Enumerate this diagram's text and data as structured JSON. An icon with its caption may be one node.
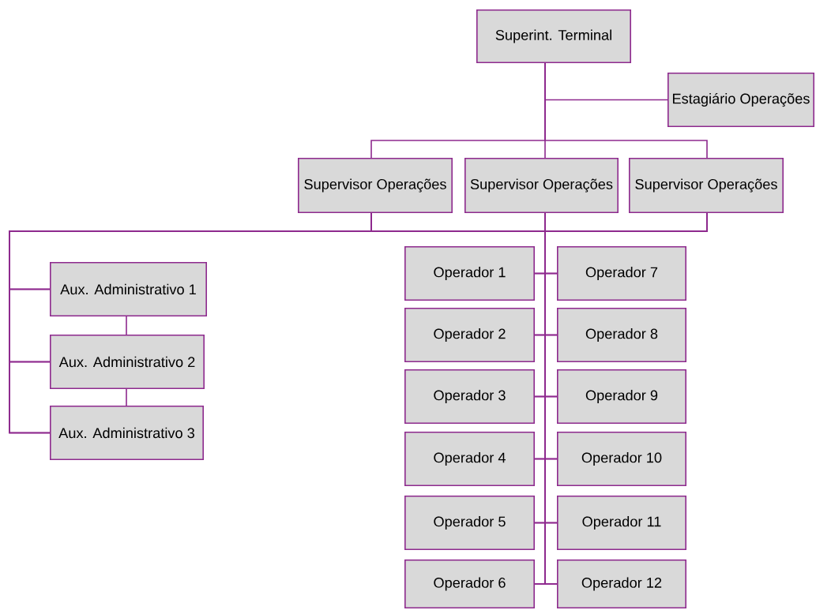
{
  "diagram": {
    "nodes": [
      {
        "text": [
          "Superint. Terminal"
        ]
      },
      {
        "text": [
          "Estagiário Operações"
        ]
      },
      {
        "text": [
          "Supervisor Operações"
        ]
      },
      {
        "text": [
          "Supervisor Operações"
        ]
      },
      {
        "text": [
          "Supervisor Operações"
        ]
      },
      {
        "text": [
          "Aux. Administrativo 1"
        ]
      },
      {
        "text": [
          "Aux. Administrativo 2"
        ]
      },
      {
        "text": [
          "Aux. Administrativo 3"
        ]
      },
      {
        "text": [
          "Operador 1"
        ]
      },
      {
        "text": [
          "Operador 2"
        ]
      },
      {
        "text": [
          "Operador 3"
        ]
      },
      {
        "text": [
          "Operador 4"
        ]
      },
      {
        "text": [
          "Operador 5"
        ]
      },
      {
        "text": [
          "Operador 6"
        ]
      },
      {
        "text": [
          "Operador 7"
        ]
      },
      {
        "text": [
          "Operador 8"
        ]
      },
      {
        "text": [
          "Operador 9"
        ]
      },
      {
        "text": [
          "Operador 10"
        ]
      },
      {
        "text": [
          "Operador 11"
        ]
      },
      {
        "text": [
          "Operador 12"
        ]
      }
    ],
    "edges": [
      {
        "from": 0,
        "to": 1,
        "arrow": "none"
      },
      {
        "from": 0,
        "to": 2,
        "arrow": "none"
      },
      {
        "from": 0,
        "to": 3,
        "arrow": "none"
      },
      {
        "from": 0,
        "to": 4,
        "arrow": "none"
      },
      {
        "from": 2,
        "to": 5,
        "arrow": "none"
      },
      {
        "from": 2,
        "to": 6,
        "arrow": "none"
      },
      {
        "from": 2,
        "to": 7,
        "arrow": "none"
      },
      {
        "from": 2,
        "to": 8,
        "arrow": "none"
      },
      {
        "from": 2,
        "to": 9,
        "arrow": "none"
      },
      {
        "from": 2,
        "to": 10,
        "arrow": "none"
      },
      {
        "from": 2,
        "to": 11,
        "arrow": "none"
      },
      {
        "from": 2,
        "to": 12,
        "arrow": "none"
      },
      {
        "from": 2,
        "to": 13,
        "arrow": "none"
      },
      {
        "from": 2,
        "to": 14,
        "arrow": "none"
      },
      {
        "from": 2,
        "to": 15,
        "arrow": "none"
      },
      {
        "from": 2,
        "to": 16,
        "arrow": "none"
      },
      {
        "from": 2,
        "to": 17,
        "arrow": "none"
      },
      {
        "from": 2,
        "to": 18,
        "arrow": "none"
      },
      {
        "from": 2,
        "to": 19,
        "arrow": "none"
      },
      {
        "from": 3,
        "to": 5,
        "arrow": "none"
      },
      {
        "from": 3,
        "to": 6,
        "arrow": "none"
      },
      {
        "from": 3,
        "to": 7,
        "arrow": "none"
      },
      {
        "from": 3,
        "to": 8,
        "arrow": "none"
      },
      {
        "from": 3,
        "to": 9,
        "arrow": "none"
      },
      {
        "from": 3,
        "to": 10,
        "arrow": "none"
      },
      {
        "from": 3,
        "to": 11,
        "arrow": "none"
      },
      {
        "from": 3,
        "to": 12,
        "arrow": "none"
      },
      {
        "from": 3,
        "to": 13,
        "arrow": "none"
      },
      {
        "from": 3,
        "to": 14,
        "arrow": "none"
      },
      {
        "from": 3,
        "to": 15,
        "arrow": "none"
      },
      {
        "from": 3,
        "to": 16,
        "arrow": "none"
      },
      {
        "from": 3,
        "to": 17,
        "arrow": "none"
      },
      {
        "from": 3,
        "to": 18,
        "arrow": "none"
      },
      {
        "from": 3,
        "to": 19,
        "arrow": "none"
      },
      {
        "from": 4,
        "to": 5,
        "arrow": "none"
      },
      {
        "from": 4,
        "to": 6,
        "arrow": "none"
      },
      {
        "from": 4,
        "to": 7,
        "arrow": "none"
      },
      {
        "from": 4,
        "to": 8,
        "arrow": "none"
      },
      {
        "from": 4,
        "to": 9,
        "arrow": "none"
      },
      {
        "from": 4,
        "to": 10,
        "arrow": "none"
      },
      {
        "from": 4,
        "to": 11,
        "arrow": "none"
      },
      {
        "from": 4,
        "to": 12,
        "arrow": "none"
      },
      {
        "from": 4,
        "to": 13,
        "arrow": "none"
      },
      {
        "from": 4,
        "to": 14,
        "arrow": "none"
      },
      {
        "from": 4,
        "to": 15,
        "arrow": "none"
      },
      {
        "from": 4,
        "to": 16,
        "arrow": "none"
      },
      {
        "from": 4,
        "to": 17,
        "arrow": "none"
      },
      {
        "from": 4,
        "to": 18,
        "arrow": "none"
      },
      {
        "from": 4,
        "to": 19,
        "arrow": "none"
      },
      {
        "from": 5,
        "to": 6,
        "arrow": "none"
      },
      {
        "from": 6,
        "to": 7,
        "arrow": "none"
      }
    ]
  }
}
